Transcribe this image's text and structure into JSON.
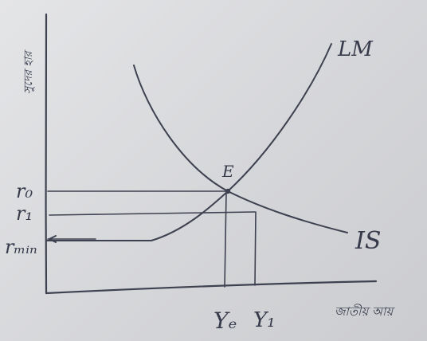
{
  "diagram": {
    "y_axis_label": "সুদের হার",
    "x_axis_label": "জাতীয় আয়",
    "curve_labels": {
      "lm": "LM",
      "is": "IS"
    },
    "point_label": "E",
    "y_ticks": {
      "r0": "r₀",
      "r1": "r₁",
      "rmin": "rₘᵢₙ"
    },
    "x_ticks": {
      "ye": "Yₑ",
      "y1": "Y₁"
    }
  }
}
